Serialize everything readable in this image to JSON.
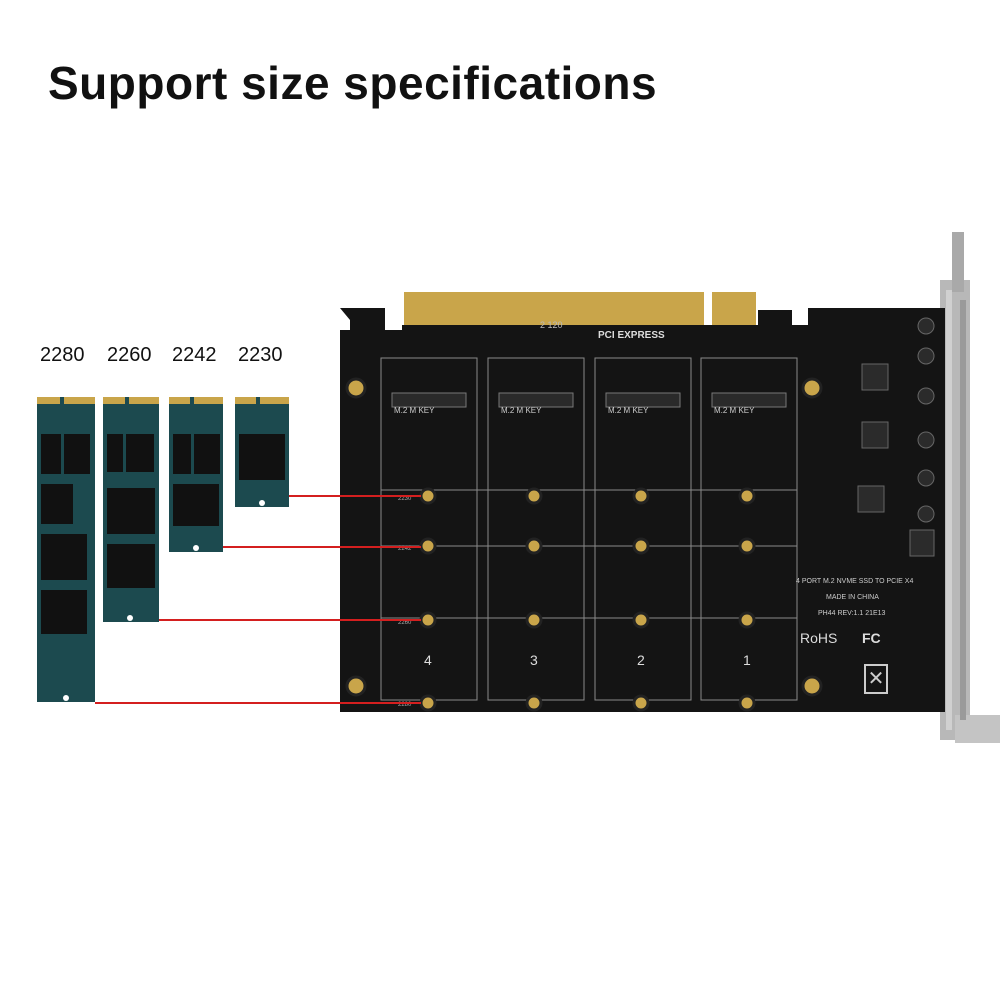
{
  "title": "Support size specifications",
  "sizes": [
    "2280",
    "2260",
    "2242",
    "2230"
  ],
  "board": {
    "slot_labels": [
      "M.2 M KEY",
      "M.2 M KEY",
      "M.2 M KEY",
      "M.2 M KEY"
    ],
    "slot_numbers": [
      "4",
      "3",
      "2",
      "1"
    ],
    "mount_labels": [
      "2230",
      "2242",
      "2260",
      "2280"
    ],
    "pcie_logo": "PCI EXPRESS",
    "model_line": "PH44 REV:1.1 21E13",
    "desc_line": "4 PORT M.2 NVME SSD TO PCIE X4",
    "origin_line": "MADE IN CHINA",
    "rohs": "RoHS",
    "fc": "FC",
    "fingers_label": "2 120"
  },
  "colors": {
    "ssd_body": "#1c4a4f",
    "ssd_chip": "#111111",
    "ssd_gold": "#c9a54a",
    "board": "#141414",
    "board_lines": "#8a8a8a",
    "bracket": "#b8b8b8",
    "guide_line": "#d41f1f"
  }
}
